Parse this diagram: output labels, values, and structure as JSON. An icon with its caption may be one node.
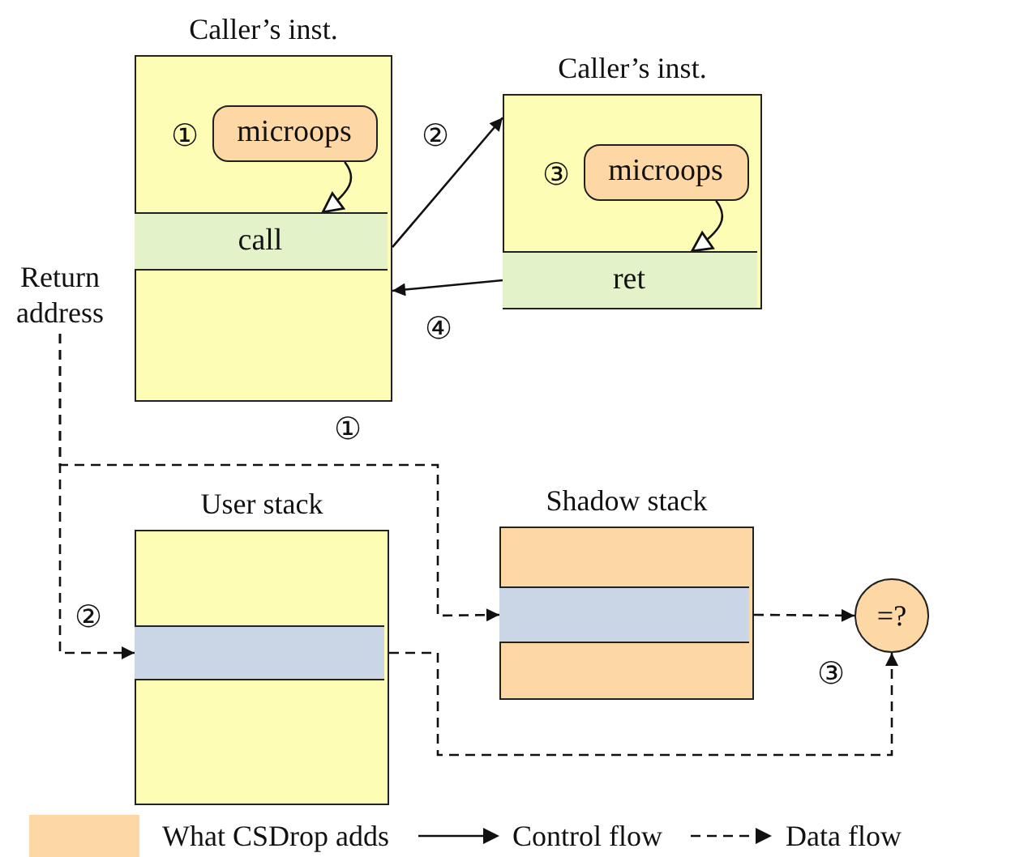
{
  "diagram": {
    "nodes": [
      {
        "text": [
          "Caller’s inst."
        ]
      },
      {
        "text": [
          "microops"
        ],
        "in": 0,
        "beside": [
          "①"
        ]
      },
      {
        "text": [
          "call"
        ],
        "in": 0
      },
      {
        "text": [
          "Caller’s inst."
        ]
      },
      {
        "text": [
          "microops"
        ],
        "in": 3,
        "beside": [
          "③"
        ]
      },
      {
        "text": [
          "ret"
        ],
        "in": 3
      },
      {
        "text": [
          "Return address"
        ]
      },
      {
        "text": [
          "User stack"
        ]
      },
      {
        "text": [],
        "shape": "bar",
        "in": 7
      },
      {
        "text": [
          "Shadow stack"
        ]
      },
      {
        "text": [],
        "shape": "bar",
        "in": 9
      },
      {
        "text": [
          "=?"
        ],
        "beside": [
          "③"
        ]
      }
    ],
    "edges": [
      {
        "from": 1,
        "to": 2,
        "arrow": "to"
      },
      {
        "from": 2,
        "to": 3,
        "arrow": "to",
        "label": "②"
      },
      {
        "from": 5,
        "to": 0,
        "arrow": "to",
        "label": "④"
      },
      {
        "from": 4,
        "to": 5,
        "arrow": "to"
      },
      {
        "from": 6,
        "to": 10,
        "arrow": "to",
        "style": "dashed",
        "label": "①"
      },
      {
        "from": 6,
        "to": 8,
        "arrow": "to",
        "style": "dashed",
        "label": "②"
      },
      {
        "from": 10,
        "to": 11,
        "arrow": "to",
        "style": "dashed"
      },
      {
        "from": 8,
        "to": 11,
        "arrow": "to",
        "style": "dashed"
      }
    ],
    "legend": [
      {
        "text": "What CSDrop adds",
        "color": "#fdd8a4"
      },
      {
        "text": "Control flow"
      },
      {
        "text": "Data flow"
      }
    ]
  }
}
